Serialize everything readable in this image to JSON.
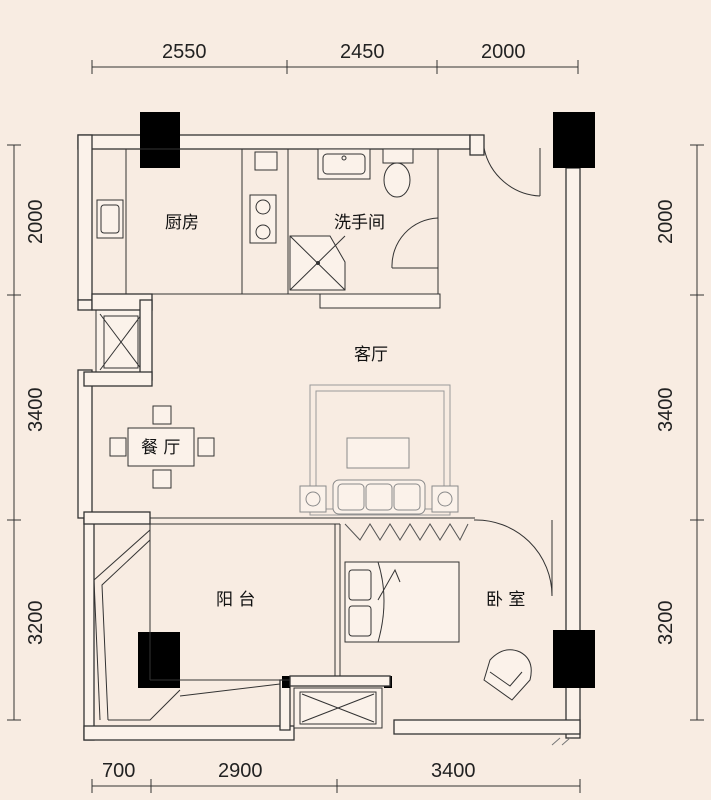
{
  "dimensions": {
    "top": [
      "2550",
      "2450",
      "2000"
    ],
    "bottom": [
      "700",
      "2900",
      "3400"
    ],
    "left": [
      "2000",
      "3400",
      "3200"
    ],
    "right": [
      "2000",
      "3400",
      "3200"
    ]
  },
  "rooms": {
    "kitchen": "厨房",
    "bathroom": "洗手间",
    "living_room": "客厅",
    "dining_room": "餐 厅",
    "balcony": "阳 台",
    "bedroom": "卧 室"
  },
  "colors": {
    "background": "#f8ece2",
    "wall_fill": "#fbf2ea",
    "line": "#333333",
    "column": "#000000"
  }
}
